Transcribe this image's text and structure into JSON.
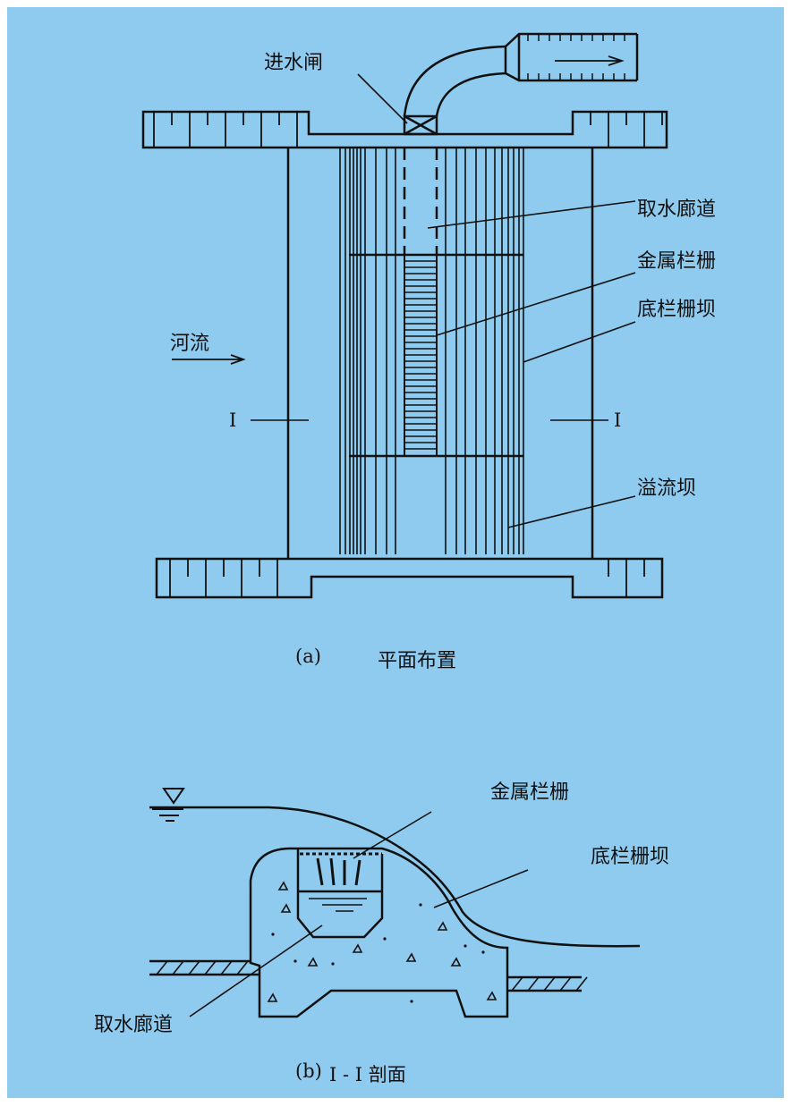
{
  "plan": {
    "labels": {
      "intake_gate": "进水闸",
      "intake_gallery": "取水廊道",
      "metal_grating": "金属栏栅",
      "bottom_grating_dam": "底栏栅坝",
      "river_flow": "河流",
      "section_mark_left": "I",
      "section_mark_right": "I",
      "overflow_dam": "溢流坝"
    },
    "caption_id": "(a)",
    "caption": "平面布置"
  },
  "section": {
    "labels": {
      "metal_grating": "金属栏栅",
      "bottom_grating_dam": "底栏栅坝",
      "intake_gallery": "取水廊道"
    },
    "caption_id": "(b)",
    "caption": "I - I 剖面"
  },
  "colors": {
    "background": "#8ecbee",
    "ink": "#111111"
  }
}
